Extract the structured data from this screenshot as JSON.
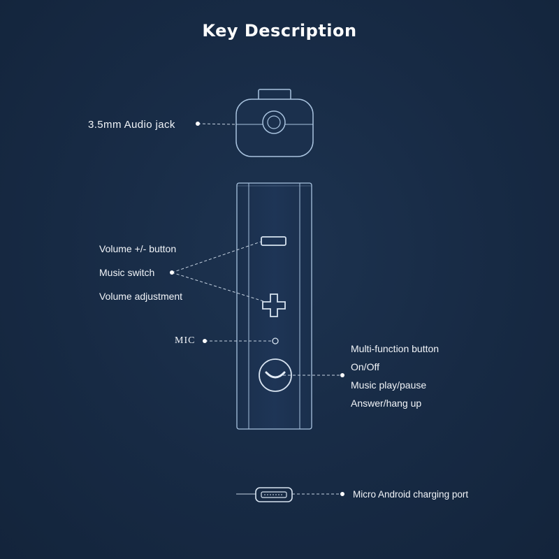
{
  "title": "Key Description",
  "labels": {
    "audio_jack": "3.5mm Audio jack",
    "volume_button": "Volume +/- button",
    "music_switch": "Music switch",
    "volume_adjustment": "Volume adjustment",
    "mic": "MIC",
    "multi_function": "Multi-function button",
    "on_off": "On/Off",
    "music_play_pause": "Music play/pause",
    "answer_hang_up": "Answer/hang up",
    "charging_port": "Micro Android charging port"
  },
  "colors": {
    "background": "#172a44",
    "device_outline": "#a9c3df",
    "callout_line": "#c6d3e2",
    "text": "#ffffff"
  }
}
